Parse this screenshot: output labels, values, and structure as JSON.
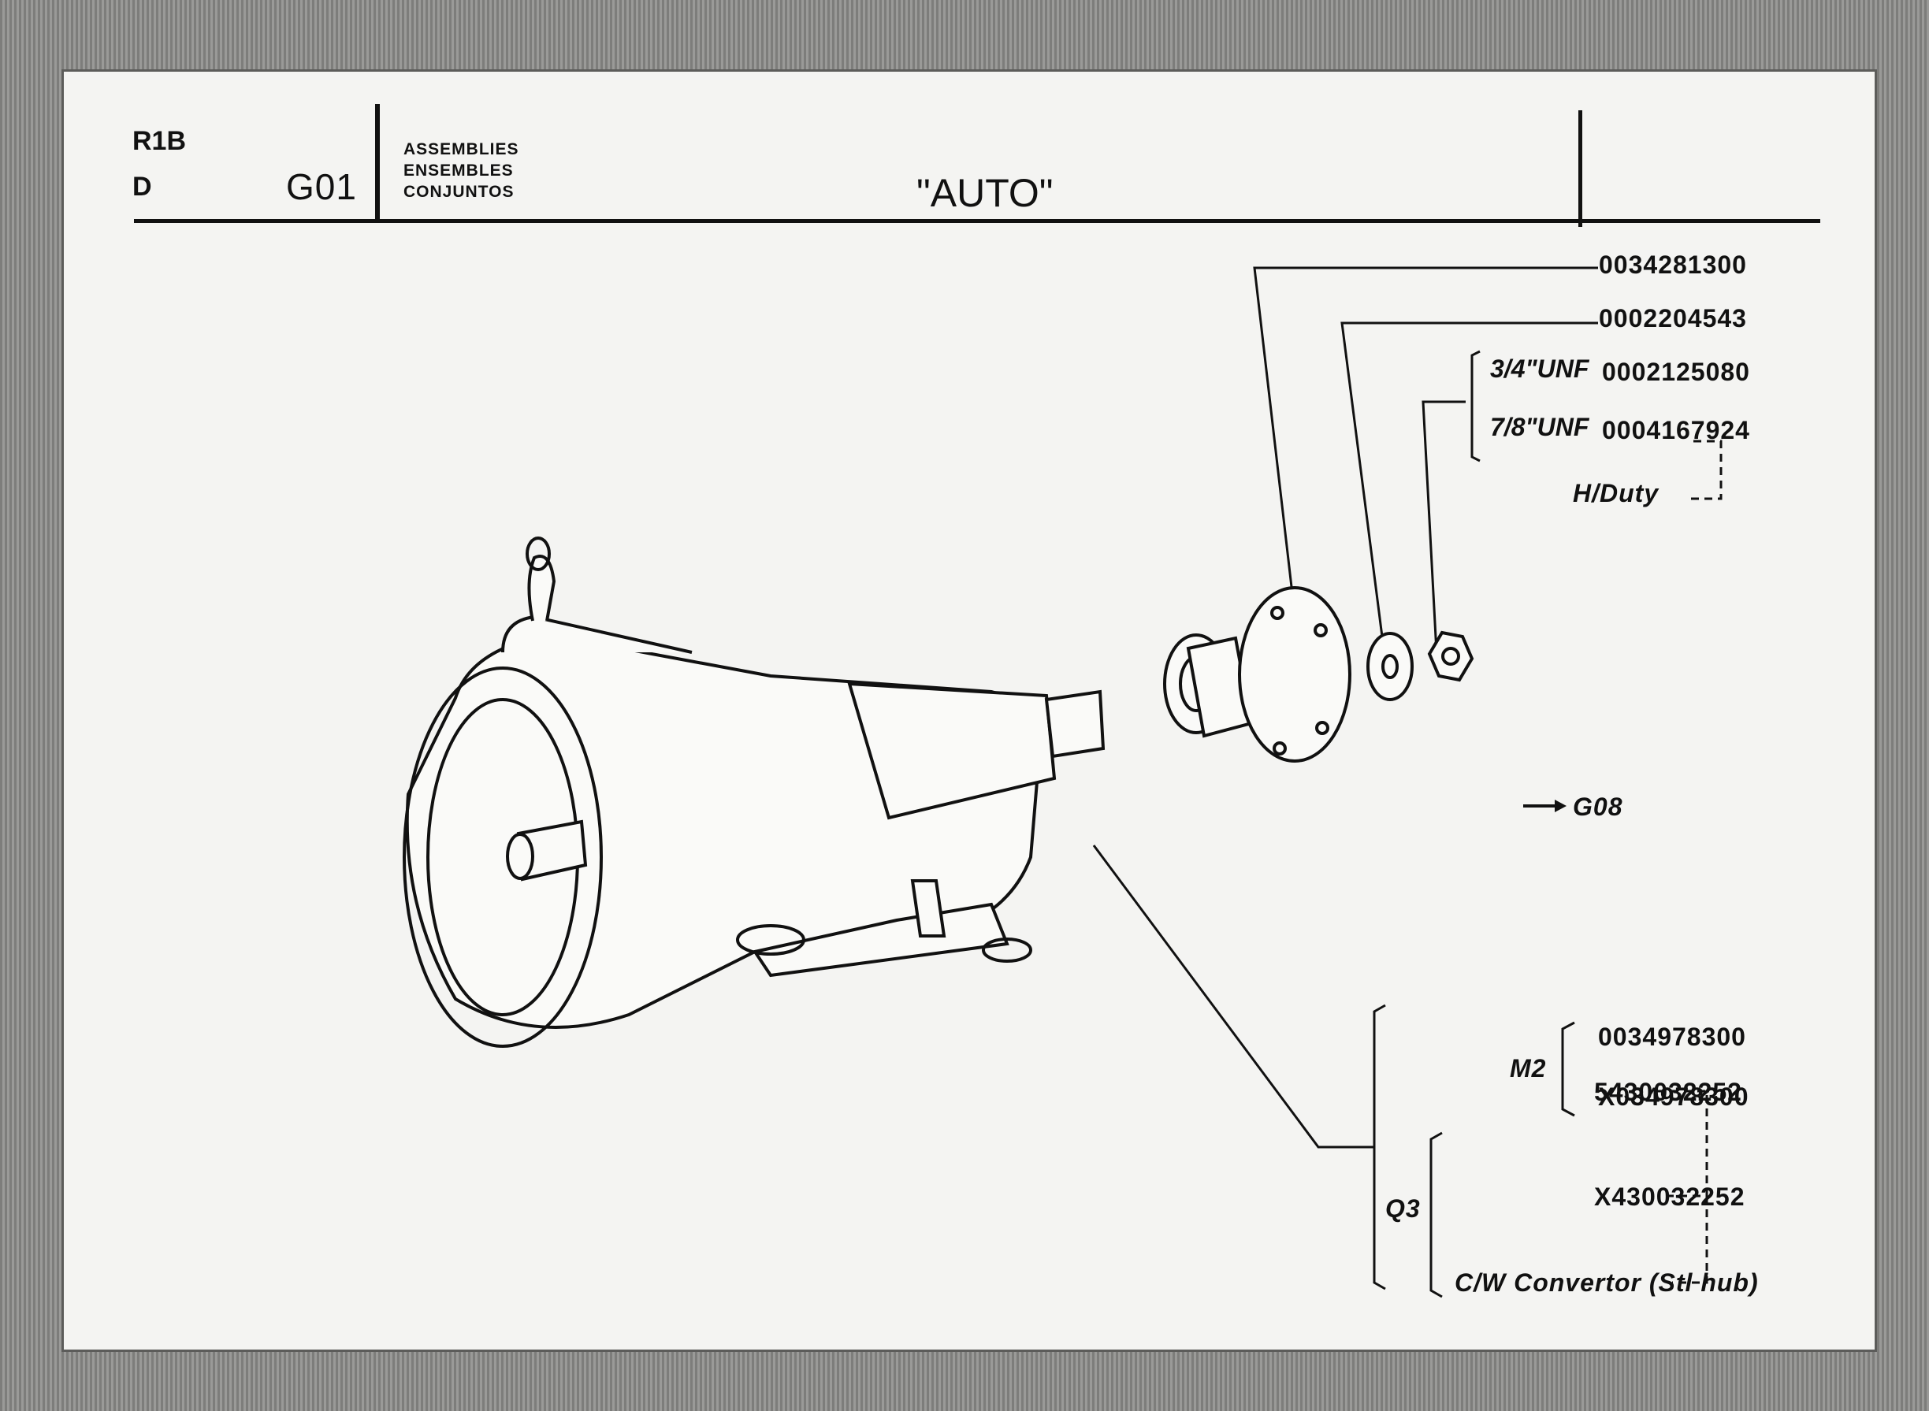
{
  "header": {
    "model_line1": "R1B",
    "model_line2": "D",
    "section_code": "G01",
    "assemblies_en": "ASSEMBLIES",
    "assemblies_fr": "ENSEMBLES",
    "assemblies_es": "CONJUNTOS",
    "title": "\"AUTO\""
  },
  "parts": {
    "flange": "0034281300",
    "washer": "0002204543",
    "nut_3_4_label": "3/4\"UNF",
    "nut_3_4": "0002125080",
    "nut_7_8_label": "7/8\"UNF",
    "nut_7_8": "0004167924",
    "heavy_duty": "H/Duty",
    "ref_arrow": "G08",
    "m2_label": "M2",
    "m2_part_a": "0034978300",
    "m2_part_b": "X034978300",
    "q3_label": "Q3",
    "q3_part_a": "5430032252",
    "q3_part_b": "X430032252",
    "q3_note": "C/W Convertor (Stl hub)"
  }
}
